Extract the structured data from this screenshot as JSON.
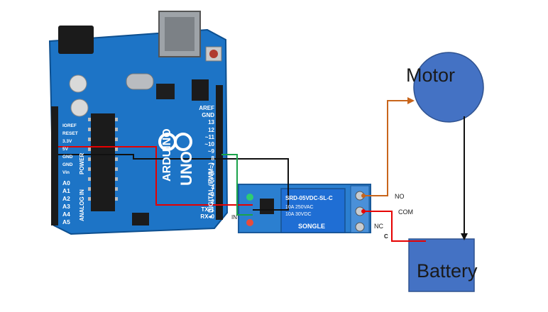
{
  "diagram": {
    "motor": {
      "label": "Motor",
      "fill": "#4472c4",
      "stroke": "#2f528f"
    },
    "battery": {
      "label": "Battery",
      "fill": "#4472c4",
      "stroke": "#2f528f"
    },
    "relay_labels": {
      "no": "NO",
      "com": "COM",
      "nc": "NC",
      "c": "C",
      "in": "IN"
    },
    "relay_marking": {
      "model": "SRD-05VDC-SL-C",
      "rating1": "10A 250VAC",
      "rating2": "10A 30VDC",
      "brand": "SONGLE"
    },
    "arduino": {
      "brand": "ARDUINO",
      "model": "UNO",
      "digital_label": "DIGITAL (PWM~)",
      "power_label": "POWER",
      "analog_label": "ANALOG IN",
      "left_pins": [
        "IOREF",
        "RESET",
        "3.3V",
        "5V",
        "GND",
        "GND",
        "Vin"
      ],
      "analog_pins": [
        "A0",
        "A1",
        "A2",
        "A3",
        "A4",
        "A5"
      ],
      "right_pins": [
        "AREF",
        "GND",
        "13",
        "12",
        "~11",
        "~10",
        "~9",
        "8",
        "7",
        "~6",
        "~5",
        "4",
        "~3",
        "2",
        "TX▸1",
        "RX◂0"
      ]
    },
    "wire_colors": {
      "red": "#e60000",
      "black": "#111111",
      "green": "#1aa34a",
      "orange": "#c8651b"
    }
  }
}
